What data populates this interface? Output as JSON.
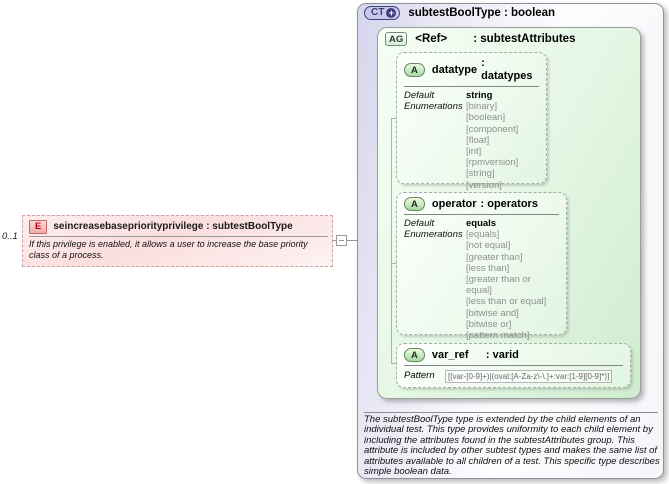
{
  "element": {
    "cardinality": "0..1",
    "badge": "E",
    "title": "seincreasebasepriorityprivilege : subtestBoolType",
    "annotation": "If this privilege is enabled, it allows a user to increase the base priority class of a process."
  },
  "complex_type": {
    "badge": "CT",
    "badge_plus": "+",
    "title": "subtestBoolType : boolean",
    "documentation": "The subtestBoolType type is extended by the child elements of an individual test.  This type provides uniformity to each child element by including the attributes found in the subtestAttributes group.  This attribute is included by other subtest types and makes the same list of attributes available to all children of a test.  This specific type describes simple boolean data.",
    "attribute_group": {
      "badge": "AG",
      "ref_label": "<Ref>",
      "type_label": ": subtestAttributes",
      "attributes": [
        {
          "badge": "A",
          "name": "datatype",
          "type_label": ": datatypes",
          "default_label": "Default",
          "default_value": "string",
          "enum_label": "Enumerations",
          "enums": [
            "[binary]",
            "[boolean]",
            "[component]",
            "[float]",
            "[int]",
            "[rpmversion]",
            "[string]",
            "[version]"
          ]
        },
        {
          "badge": "A",
          "name": "operator",
          "type_label": ": operators",
          "default_label": "Default",
          "default_value": "equals",
          "enum_label": "Enumerations",
          "enums": [
            "[equals]",
            "[not equal]",
            "[greater than]",
            "[less than]",
            "[greater than or equal]",
            "[less than or equal]",
            "[bitwise and]",
            "[bitwise or]",
            "[pattern match]"
          ]
        },
        {
          "badge": "A",
          "name": "var_ref",
          "type_label": ": varid",
          "pattern_label": "Pattern",
          "pattern_value": "[[var-[0-9]+)|(oval:[A-Za-z\\-\\.]+:var:[1-9][0-9]*)]"
        }
      ]
    }
  },
  "colors": {
    "lavender": "#d5d5ec",
    "green": "#d9f0d9",
    "pink": "#fbdede",
    "border_gray": "#9a9a9a",
    "enum_gray": "#8f8f8f",
    "badge_e_red": "#c00000",
    "badge_ct_navy": "#3f3f7e"
  }
}
